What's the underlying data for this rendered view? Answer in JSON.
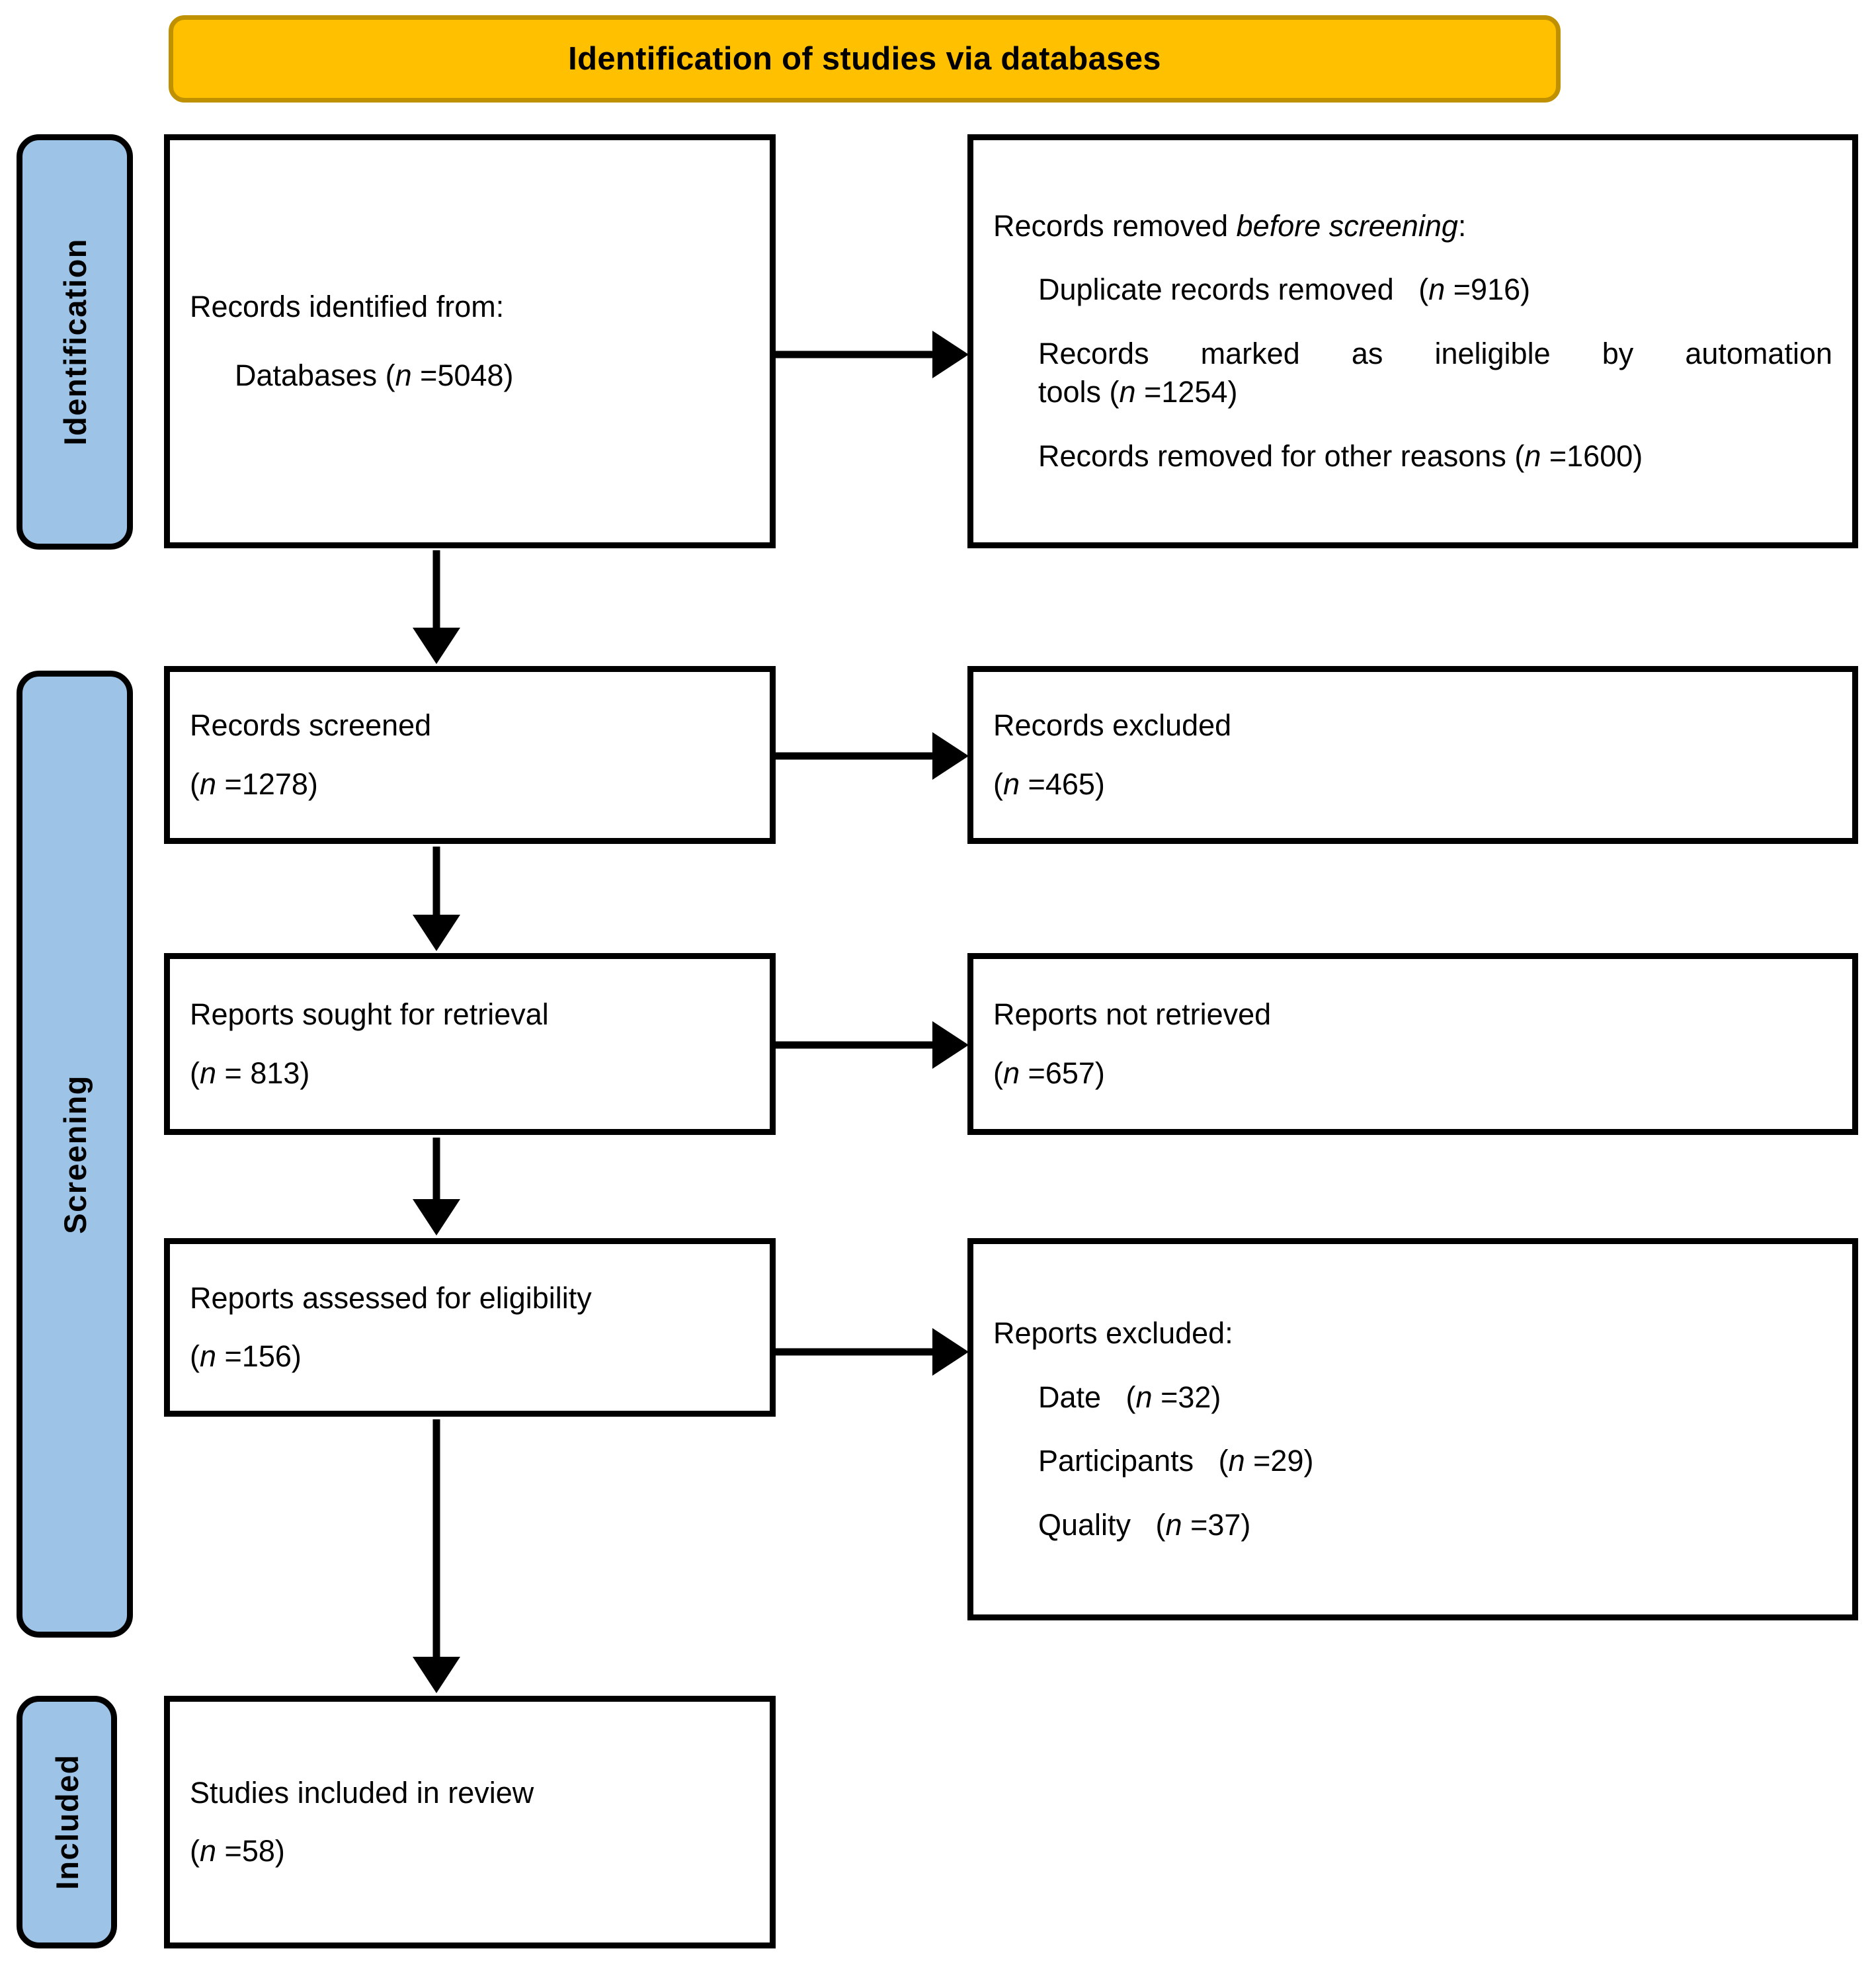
{
  "banner": {
    "title": "Identification of studies via databases"
  },
  "stages": [
    {
      "id": "identification",
      "label": "Identification"
    },
    {
      "id": "screening",
      "label": "Screening"
    },
    {
      "id": "included",
      "label": "Included"
    }
  ],
  "colors": {
    "banner_fill": "#FFC000",
    "banner_border": "#BF9000",
    "stage_fill": "#9DC3E6",
    "box_border": "#000000",
    "box_fill": "#FFFFFF",
    "text": "#000000"
  },
  "boxes": {
    "identified": {
      "line1": "Records identified from:",
      "line2_label": "Databases (",
      "line2_n": "n",
      "line2_value": " =5048)"
    },
    "removed": {
      "line1_a": "Records removed ",
      "line1_italic": "before screening",
      "line1_b": ":",
      "item1_label": "Duplicate records removed   (",
      "item1_n": "n",
      "item1_value": " =916)",
      "item2_line1": "Records   marked   as   ineligible   by   automation",
      "item2_line2_label": "tools (",
      "item2_n": "n",
      "item2_value": " =1254)",
      "item3_label": "Records removed for other reasons (",
      "item3_n": "n",
      "item3_value": " =1600)"
    },
    "screened": {
      "line1": "Records screened",
      "line2_open": "(",
      "line2_n": "n",
      "line2_value": " =1278)"
    },
    "excluded": {
      "line1": "Records excluded",
      "line2_open": "(",
      "line2_n": "n",
      "line2_value": " =465)"
    },
    "sought": {
      "line1": "Reports sought for retrieval",
      "line2_open": "(",
      "line2_n": "n",
      "line2_value": " = 813)"
    },
    "not_retrieved": {
      "line1": "Reports not retrieved",
      "line2_open": "(",
      "line2_n": "n",
      "line2_value": " =657)"
    },
    "assessed": {
      "line1": "Reports assessed for eligibility",
      "line2_open": "(",
      "line2_n": "n",
      "line2_value": " =156)"
    },
    "reports_excluded": {
      "line1": "Reports excluded:",
      "item1_label": "Date   (",
      "item1_n": "n",
      "item1_value": " =32)",
      "item2_label": "Participants   (",
      "item2_n": "n",
      "item2_value": " =29)",
      "item3_label": "Quality   (",
      "item3_n": "n",
      "item3_value": " =37)"
    },
    "included": {
      "line1": "Studies included in review",
      "line2_open": "(",
      "line2_n": "n",
      "line2_value": " =58)"
    }
  },
  "flow_counts": {
    "databases": 5048,
    "duplicates_removed": 916,
    "ineligible_automation": 1254,
    "removed_other": 1600,
    "records_screened": 1278,
    "records_excluded": 465,
    "reports_sought": 813,
    "reports_not_retrieved": 657,
    "reports_assessed": 156,
    "excluded_date": 32,
    "excluded_participants": 29,
    "excluded_quality": 37,
    "studies_included": 58
  }
}
